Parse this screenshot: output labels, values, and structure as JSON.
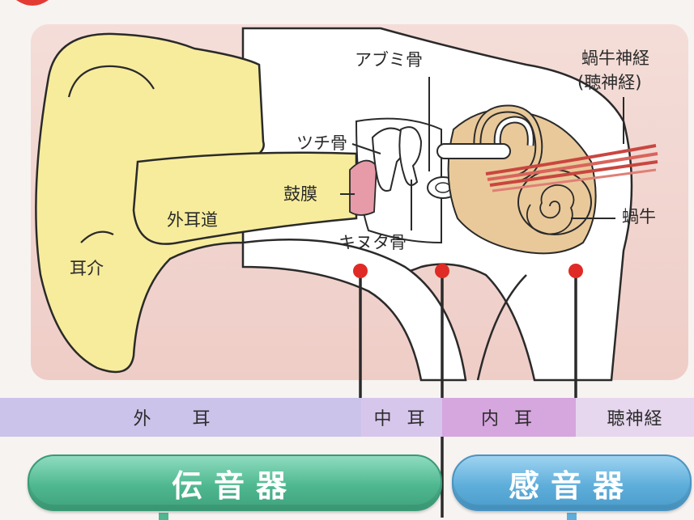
{
  "labels": {
    "stapes": "アブミ骨",
    "cochlear_nerve_line1": "蝸牛神経",
    "cochlear_nerve_line2": "(聴神経)",
    "malleus": "ツチ骨",
    "eardrum": "鼓膜",
    "ear_canal": "外耳道",
    "incus": "キヌタ骨",
    "cochlea": "蝸牛",
    "auricle": "耳介"
  },
  "bands": {
    "outer_ear": "外 耳",
    "middle_ear": "中 耳",
    "inner_ear": "内 耳",
    "auditory_nerve": "聴神経"
  },
  "pills": {
    "conductive": "伝音器",
    "sensory": "感音器"
  },
  "colors": {
    "background_pink": "#f1d5d0",
    "skin_yellow": "#f7ec9c",
    "bone_beige": "#e9c99a",
    "band_lavender": "#cbc3ea",
    "band_violet": "#d6a6de",
    "pill_green": "#5bbf9b",
    "pill_blue": "#6ab3dc",
    "marker_red": "#e02a25"
  }
}
